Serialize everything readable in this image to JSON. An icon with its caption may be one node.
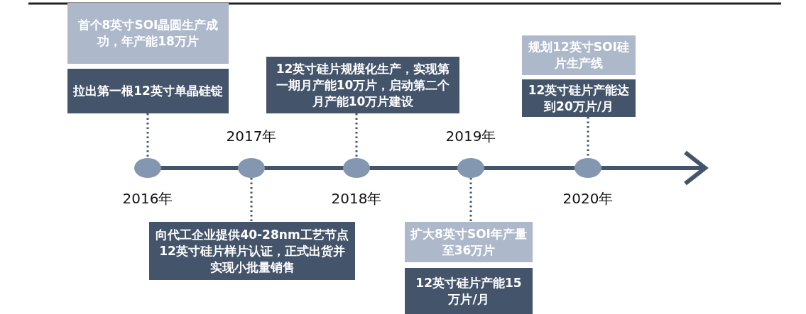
{
  "diagram": {
    "nodes": [
      {
        "text": [
          "首个8英寸SOI晶圆生产成功，年产能18万片"
        ]
      },
      {
        "text": [
          "拉出第一根12英寸单晶硅锭"
        ]
      },
      {
        "text": [
          "12英寸硅片规模化生产，实现第一期月产能10万片，启动第二个月产能10万片建设"
        ]
      },
      {
        "text": [
          "规划12英寸SOI硅片生产线"
        ]
      },
      {
        "text": [
          "12英寸硅片产能达到20万片/月"
        ]
      },
      {
        "text": [],
        "shape": "circle",
        "beside": [
          "2016年"
        ]
      },
      {
        "text": [],
        "shape": "circle",
        "beside": [
          "2017年"
        ]
      },
      {
        "text": [],
        "shape": "circle",
        "beside": [
          "2018年"
        ]
      },
      {
        "text": [],
        "shape": "circle",
        "beside": [
          "2019年"
        ]
      },
      {
        "text": [],
        "shape": "circle",
        "beside": [
          "2020年"
        ]
      },
      {
        "text": [
          "向代工企业提供40-28nm工艺节点12英寸硅片样片认证，正式出货并实现小批量销售"
        ]
      },
      {
        "text": [
          "扩大8英寸SOI年产量至36万片"
        ]
      },
      {
        "text": [
          "12英寸硅片产能15万片/月"
        ]
      }
    ],
    "edges": [
      {
        "from": 1,
        "to": 5,
        "arrow": "none"
      },
      {
        "from": 6,
        "to": 10,
        "arrow": "none"
      },
      {
        "from": 2,
        "to": 7,
        "arrow": "none"
      },
      {
        "from": 8,
        "to": 11,
        "arrow": "none"
      },
      {
        "from": 4,
        "to": 9,
        "arrow": "none"
      }
    ]
  }
}
